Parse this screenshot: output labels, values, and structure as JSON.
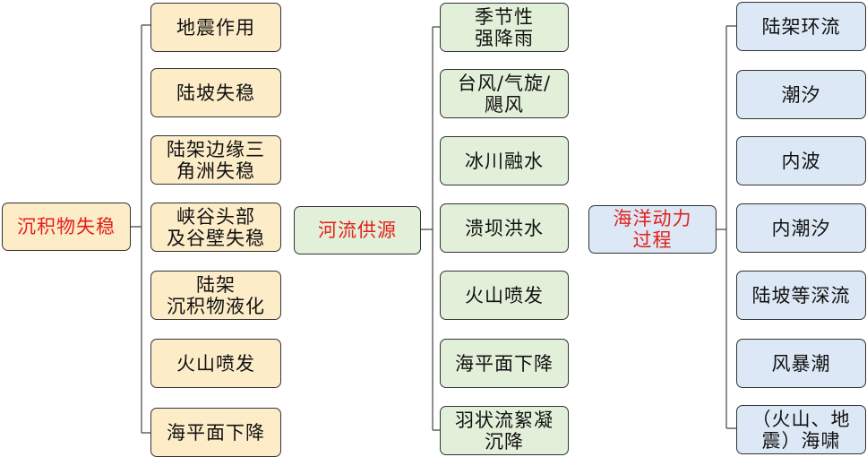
{
  "group1": {
    "root": "沉积物失稳",
    "items": [
      "地震作用",
      "陆坡失稳",
      "陆架边缘三\n角洲失稳",
      "峡谷头部\n及谷壁失稳",
      "陆架\n沉积物液化",
      "火山喷发",
      "海平面下降"
    ]
  },
  "group2": {
    "root": "河流供源",
    "items": [
      "季节性\n强降雨",
      "台风/气旋/\n飓风",
      "冰川融水",
      "溃坝洪水",
      "火山喷发",
      "海平面下降",
      "羽状流絮凝\n沉降"
    ]
  },
  "group3": {
    "root": "海洋动力\n过程",
    "items": [
      "陆架环流",
      "潮汐",
      "内波",
      "内潮汐",
      "陆坡等深流",
      "风暴潮",
      "（火山、地\n震）海啸"
    ]
  },
  "colors": {
    "group1_fill": "#fdecc8",
    "group2_fill": "#e2efd9",
    "group3_fill": "#dce8f5",
    "root_text": "#e3201b"
  }
}
